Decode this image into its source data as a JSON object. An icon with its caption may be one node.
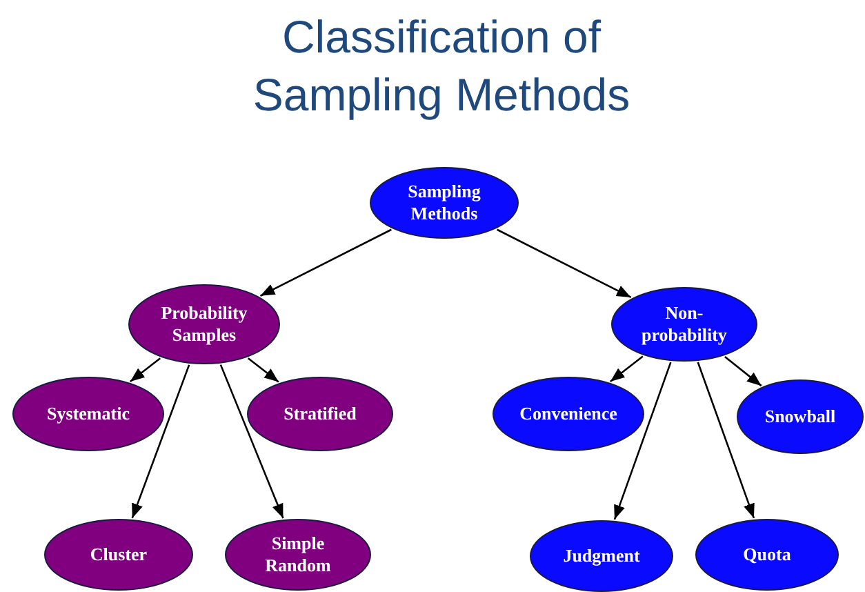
{
  "diagram": {
    "title": "Classification of Sampling Methods",
    "nodes": [
      {
        "text": [
          "Sampling Methods"
        ]
      },
      {
        "text": [
          "Probability Samples"
        ]
      },
      {
        "text": [
          "Non-probability"
        ]
      },
      {
        "text": [
          "Systematic"
        ]
      },
      {
        "text": [
          "Stratified"
        ]
      },
      {
        "text": [
          "Cluster"
        ]
      },
      {
        "text": [
          "Simple Random"
        ]
      },
      {
        "text": [
          "Convenience"
        ]
      },
      {
        "text": [
          "Snowball"
        ]
      },
      {
        "text": [
          "Judgment"
        ]
      },
      {
        "text": [
          "Quota"
        ]
      }
    ],
    "edges": [
      {
        "from": 0,
        "to": 1,
        "arrow": "to"
      },
      {
        "from": 0,
        "to": 2,
        "arrow": "to"
      },
      {
        "from": 1,
        "to": 3,
        "arrow": "to"
      },
      {
        "from": 1,
        "to": 4,
        "arrow": "to"
      },
      {
        "from": 1,
        "to": 5,
        "arrow": "to"
      },
      {
        "from": 1,
        "to": 6,
        "arrow": "to"
      },
      {
        "from": 2,
        "to": 7,
        "arrow": "to"
      },
      {
        "from": 2,
        "to": 8,
        "arrow": "to"
      },
      {
        "from": 2,
        "to": 9,
        "arrow": "to"
      },
      {
        "from": 2,
        "to": 10,
        "arrow": "to"
      }
    ]
  }
}
